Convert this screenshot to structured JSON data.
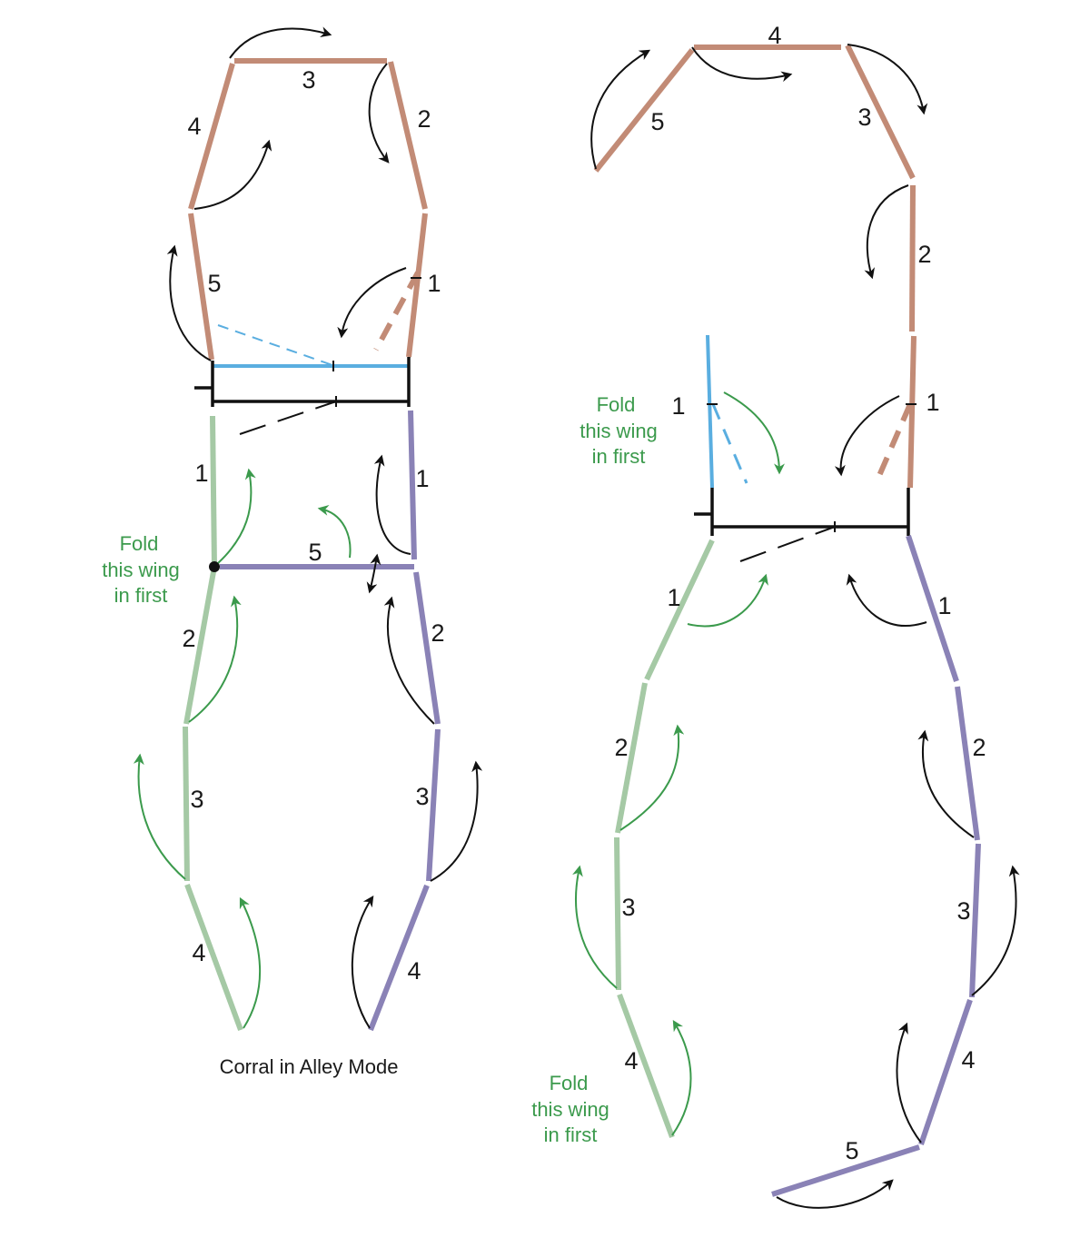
{
  "caption": "Corral in Alley Mode",
  "fold_note": [
    "Fold",
    "this wing",
    "in first"
  ],
  "colors": {
    "brown": "#c28b76",
    "blue": "#5aaee0",
    "green": "#a5c9a5",
    "purple": "#8a82b6",
    "black": "#111111",
    "note": "#3b9a4c"
  },
  "left": {
    "brown": [
      "1",
      "2",
      "3",
      "4",
      "5"
    ],
    "green": [
      "1",
      "2",
      "3",
      "4"
    ],
    "purple": [
      "1",
      "2",
      "3",
      "4",
      "5"
    ]
  },
  "right": {
    "blue": [
      "1"
    ],
    "brown": [
      "1",
      "2",
      "3",
      "4",
      "5"
    ],
    "green": [
      "1",
      "2",
      "3",
      "4"
    ],
    "purple": [
      "1",
      "2",
      "3",
      "4",
      "5"
    ]
  }
}
